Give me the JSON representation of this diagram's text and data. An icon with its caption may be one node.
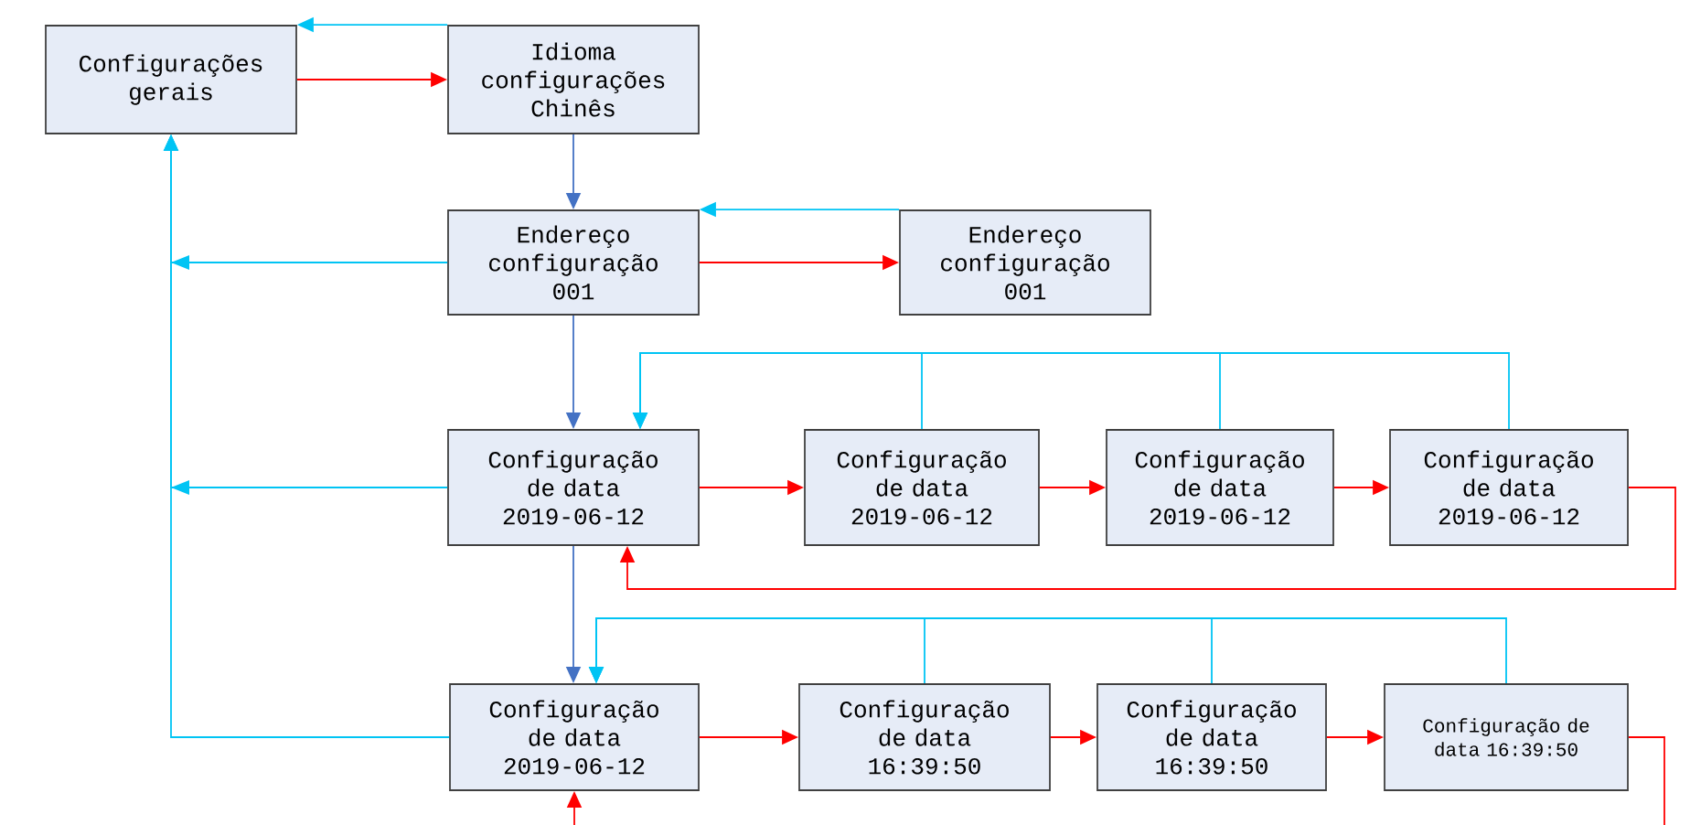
{
  "diagram": {
    "nodes": [
      {
        "text": [
          "Configurações gerais"
        ]
      },
      {
        "text": [
          "Idioma configurações Chinês"
        ]
      },
      {
        "text": [
          "Endereço configuração 001"
        ]
      },
      {
        "text": [
          "Endereço configuração 001"
        ]
      },
      {
        "text": [
          "Configuração de data 2019-06-12"
        ]
      },
      {
        "text": [
          "Configuração de data 2019-06-12"
        ]
      },
      {
        "text": [
          "Configuração de data 2019-06-12"
        ]
      },
      {
        "text": [
          "Configuração de data 2019-06-12"
        ]
      },
      {
        "text": [
          "Configuração de data 2019-06-12"
        ]
      },
      {
        "text": [
          "Configuração de data 16:39:50"
        ]
      },
      {
        "text": [
          "Configuração de data 16:39:50"
        ]
      },
      {
        "text": [
          "Configuração de data 16:39:50"
        ]
      }
    ],
    "edges": [
      {
        "from": 0,
        "to": 1,
        "arrow": "to",
        "color": "#ff0000"
      },
      {
        "from": 1,
        "to": 0,
        "arrow": "to",
        "color": "#00c4f4"
      },
      {
        "from": 1,
        "to": 2,
        "arrow": "to",
        "color": "#4472c4"
      },
      {
        "from": 2,
        "to": 0,
        "arrow": "to",
        "color": "#00c4f4"
      },
      {
        "from": 2,
        "to": 3,
        "arrow": "to",
        "color": "#ff0000"
      },
      {
        "from": 3,
        "to": 2,
        "arrow": "to",
        "color": "#00c4f4"
      },
      {
        "from": 2,
        "to": 4,
        "arrow": "to",
        "color": "#4472c4"
      },
      {
        "from": 4,
        "to": 0,
        "arrow": "to",
        "color": "#00c4f4"
      },
      {
        "from": 5,
        "to": 4,
        "arrow": "to",
        "color": "#00c4f4"
      },
      {
        "from": 6,
        "to": 4,
        "arrow": "to",
        "color": "#00c4f4"
      },
      {
        "from": 7,
        "to": 4,
        "arrow": "to",
        "color": "#00c4f4"
      },
      {
        "from": 4,
        "to": 5,
        "arrow": "to",
        "color": "#ff0000"
      },
      {
        "from": 5,
        "to": 6,
        "arrow": "to",
        "color": "#ff0000"
      },
      {
        "from": 6,
        "to": 7,
        "arrow": "to",
        "color": "#ff0000"
      },
      {
        "from": 7,
        "to": 4,
        "arrow": "to",
        "color": "#ff0000"
      },
      {
        "from": 4,
        "to": 8,
        "arrow": "to",
        "color": "#4472c4"
      },
      {
        "from": 8,
        "to": 0,
        "arrow": "to",
        "color": "#00c4f4"
      },
      {
        "from": 9,
        "to": 8,
        "arrow": "to",
        "color": "#00c4f4"
      },
      {
        "from": 10,
        "to": 8,
        "arrow": "to",
        "color": "#00c4f4"
      },
      {
        "from": 11,
        "to": 8,
        "arrow": "to",
        "color": "#00c4f4"
      },
      {
        "from": 8,
        "to": 9,
        "arrow": "to",
        "color": "#ff0000"
      },
      {
        "from": 9,
        "to": 10,
        "arrow": "to",
        "color": "#ff0000"
      },
      {
        "from": 10,
        "to": 11,
        "arrow": "to",
        "color": "#ff0000"
      },
      {
        "from": 11,
        "to": null,
        "arrow": "none",
        "color": "#ff0000"
      },
      {
        "from": null,
        "to": 8,
        "arrow": "to",
        "color": "#ff0000"
      }
    ]
  }
}
